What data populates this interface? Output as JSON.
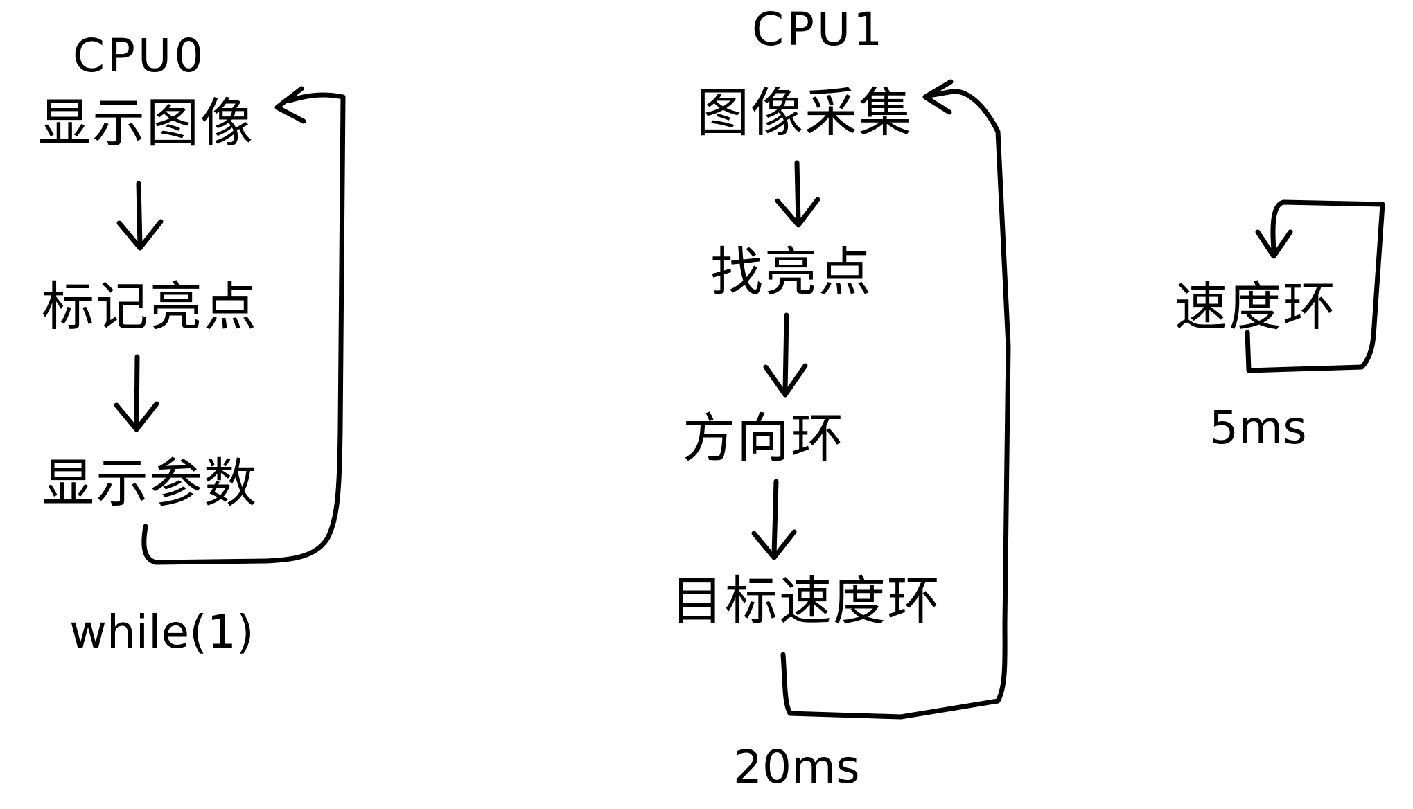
{
  "diagram": {
    "cpu0": {
      "title": "CPU0",
      "steps": [
        "显示图像",
        "标记亮点",
        "显示参数"
      ],
      "loop_note": "while(1)"
    },
    "cpu1": {
      "title": "CPU1",
      "steps": [
        "图像采集",
        "找亮点",
        "方向环",
        "目标速度环"
      ],
      "period_note": "20ms"
    },
    "speed_loop": {
      "label": "速度环",
      "period_note": "5ms"
    },
    "colors": {
      "ink": "#000000",
      "background": "#ffffff"
    }
  }
}
